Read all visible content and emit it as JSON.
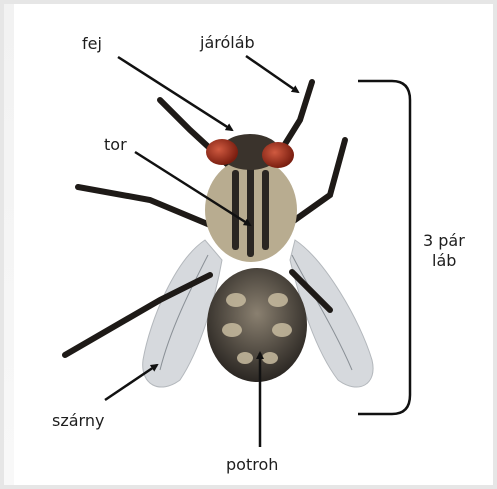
{
  "labels": {
    "head": "fej",
    "walking_leg": "járóláb",
    "thorax": "tor",
    "wing": "szárny",
    "abdomen": "potroh",
    "legs_line1": "3 pár",
    "legs_line2": "láb"
  },
  "colors": {
    "text": "#1e1e1e",
    "arrow": "#111111",
    "eye": "#9a2a1a",
    "body_dark": "#2a2622",
    "body_light": "#b8ac90",
    "wing": "#c8ccd0"
  },
  "icons": [
    "fly-illustration",
    "arrow-icon",
    "bracket-icon"
  ]
}
